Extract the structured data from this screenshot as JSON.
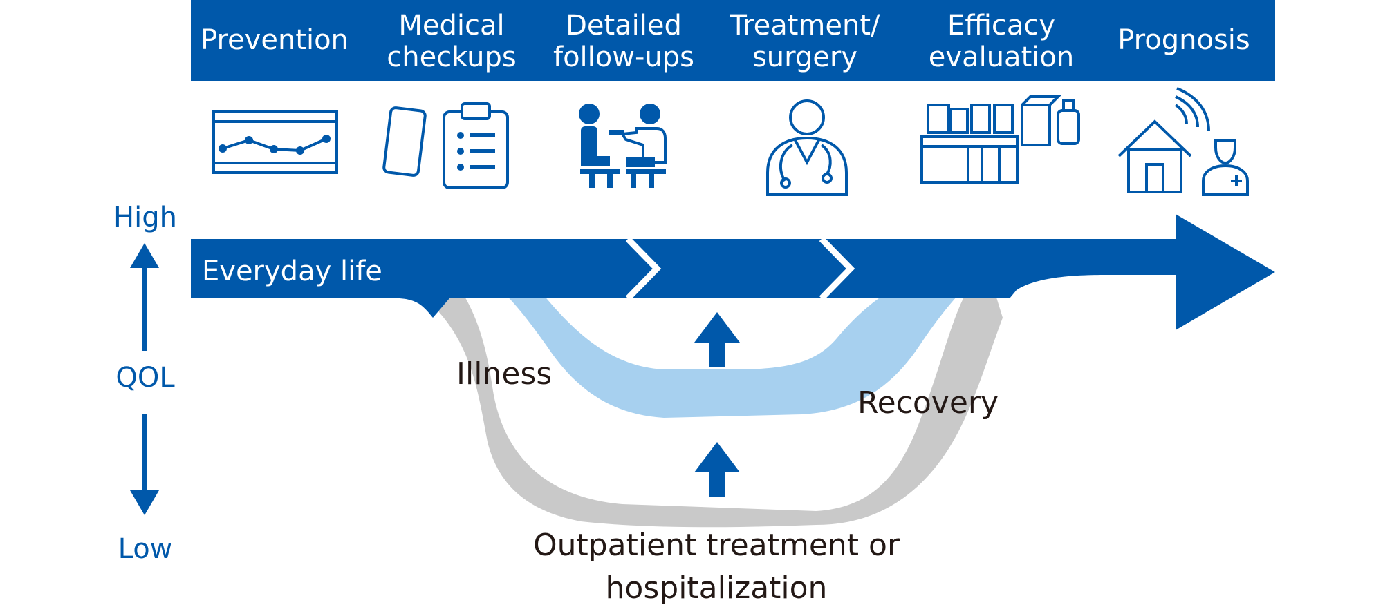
{
  "header": {
    "stages": [
      {
        "id": "prevention",
        "label": "Prevention",
        "icon": "chart-monitor-icon"
      },
      {
        "id": "checkups",
        "label": "Medical\ncheckups",
        "icon": "phone-clipboard-icon"
      },
      {
        "id": "followups",
        "label": "Detailed\nfollow-ups",
        "icon": "doctor-patient-consultation-icon"
      },
      {
        "id": "treatment",
        "label": "Treatment/\nsurgery",
        "icon": "doctor-stethoscope-icon"
      },
      {
        "id": "efficacy",
        "label": "Efficacy\nevaluation",
        "icon": "lab-analyzer-icon"
      },
      {
        "id": "prognosis",
        "label": "Prognosis",
        "icon": "home-nurse-icon"
      }
    ]
  },
  "axis": {
    "high": "High",
    "label": "QOL",
    "low": "Low"
  },
  "flow": {
    "everyday_life": "Everyday life",
    "illness": "Illness",
    "recovery": "Recovery",
    "outpatient_line1": "Outpatient treatment or",
    "outpatient_line2": "hospitalization"
  },
  "colors": {
    "blue": "#0058aa",
    "light_blue": "#a7d0ef",
    "gray": "#c9c9c9",
    "text_dark": "#231815"
  }
}
